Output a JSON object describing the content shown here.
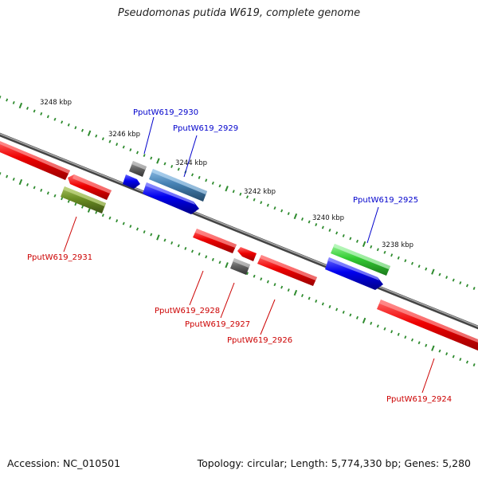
{
  "header": {
    "title": "Pseudomonas putida W619, complete genome"
  },
  "footer": {
    "accession": "Accession: NC_010501",
    "summary": "Topology: circular; Length: 5,774,330 bp; Genes: 5,280"
  },
  "scale": [
    "3248 kbp",
    "3246 kbp",
    "3244 kbp",
    "3242 kbp",
    "3240 kbp",
    "3238 kbp"
  ],
  "genes": {
    "g2930": "PputW619_2930",
    "g2929": "PputW619_2929",
    "g2925": "PputW619_2925",
    "g2931": "PputW619_2931",
    "g2928": "PputW619_2928",
    "g2927": "PputW619_2927",
    "g2926": "PputW619_2926",
    "g2924": "PputW619_2924"
  },
  "colors": {
    "forward_cds": "#0000ee",
    "reverse_cds": "#ee0000",
    "label_blue": "#0000cc",
    "label_red": "#cc0000",
    "green_feature": "#33cc33",
    "olive_feature": "#6b8e23",
    "steelblue_feature": "#4682b4",
    "gray_feature": "#666666",
    "tick_green": "#2e8b2e"
  }
}
